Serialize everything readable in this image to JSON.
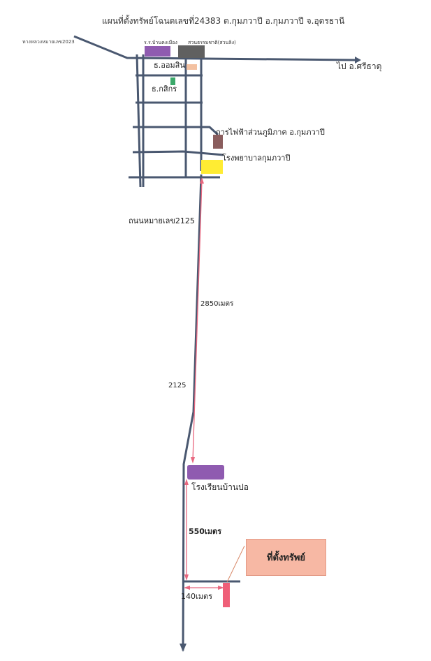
{
  "map": {
    "title": "แผนที่ตั้งทรัพย์โฉนดเลขที่24383 ต.กุมภวาปี อ.กุมภวาปี จ.อุดรธานี",
    "highway_label": "ทางหลวงหมายเลข2023",
    "direction_label": "ไป อ.ศรีธาตุ",
    "landmarks": {
      "school_top": "ร.ร.บ้านคงเมือง",
      "park": "สวนธรรมชาติ(สวนลิง)",
      "bank_gsb": "ธ.ออมสิน",
      "bank_kasikorn": "ธ.กสิกร",
      "pea_office": "การไฟฟ้าส่วนภูมิภาค อ.กุมภวาปี",
      "hospital": "โรงพยาบาลกุมภวาปี",
      "school_bottom": "โรงเรียนบ้านปอ"
    },
    "road_name": "ถนนหมายเลข2125",
    "road_number": "2125",
    "distances": {
      "hospital_to_school": "2850เมตร",
      "school_to_junction": "550เมตร",
      "junction_to_site": "140เมตร"
    },
    "property_label": "ที่ตั้งทรัพย์"
  },
  "colors": {
    "road": "#4a5870",
    "measure": "#e8677f",
    "school": "#8f5bb0",
    "park": "#606060",
    "gsb": "#f3c1a1",
    "kasikorn": "#3ba86a",
    "pea": "#8a5d5d",
    "hospital": "#ffec33",
    "property_box": "#f7b8a4",
    "property_marker": "#ef5f78"
  }
}
